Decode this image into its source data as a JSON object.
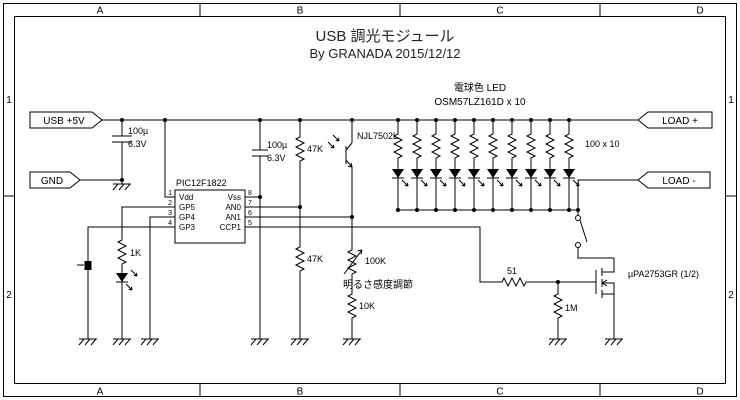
{
  "frame": {
    "cols": [
      "A",
      "B",
      "C",
      "D"
    ],
    "rows": [
      "1",
      "2"
    ]
  },
  "title": {
    "line1": "USB 調光モジュール",
    "line2": "By GRANADA 2015/12/12"
  },
  "connectors": {
    "usb": "USB +5V",
    "gnd": "GND",
    "load_plus": "LOAD +",
    "load_minus": "LOAD -"
  },
  "ic": {
    "part": "PIC12F1822",
    "left_pins": [
      {
        "num": "1",
        "name": "Vdd"
      },
      {
        "num": "2",
        "name": "GP5"
      },
      {
        "num": "3",
        "name": "GP4"
      },
      {
        "num": "4",
        "name": "GP3"
      }
    ],
    "right_pins": [
      {
        "num": "8",
        "name": "Vss"
      },
      {
        "num": "7",
        "name": "AN0"
      },
      {
        "num": "6",
        "name": "AN1"
      },
      {
        "num": "5",
        "name": "CCP1"
      }
    ]
  },
  "labels": {
    "cap1_value": "100µ",
    "cap1_voltage": "6.3V",
    "cap2_value": "100µ",
    "cap2_voltage": "6.3V",
    "r1": "47K",
    "r2": "47K",
    "photo": "NJL7502L",
    "r_led": "1K",
    "vr": "100K",
    "vr_caption": "明るさ感度調節",
    "r3": "10K",
    "r_gate": "51",
    "r_pulldown": "1M",
    "mosfet": "µPA2753GR (1/2)",
    "led_title": "電球色 LED",
    "led_part": "OSM57LZ161D x 10",
    "led_resistors": "100 x 10"
  }
}
